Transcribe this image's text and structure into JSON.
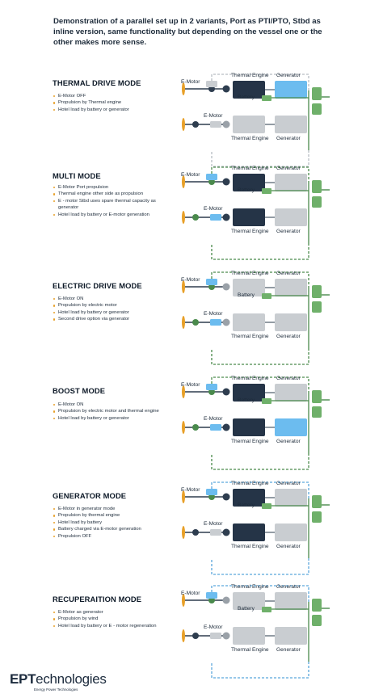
{
  "intro": "Demonstration of a parallel set up in 2 variants, Port as PTI/PTO, Stbd as inline version, same functionality but depending on the vessel one or the other makes more sense.",
  "labels": {
    "thermal_engine": "Thermal Engine",
    "generator": "Generator",
    "emotor": "E-Motor",
    "battery": "Battery"
  },
  "colors": {
    "orange": "#e8a028",
    "dark_green": "#4a8a4c",
    "blue_dashed": "#5aa6dc",
    "active_blue": "#6cbcef",
    "dark_component": "#253447",
    "grey_component": "#c9cdd1",
    "green_box": "#6fb06a"
  },
  "modes": [
    {
      "title": "THERMAL DRIVE MODE",
      "bullets": [
        "E-Motor OFF",
        "Propulsion by Thermal engine",
        "Hotel load by battery or generator"
      ]
    },
    {
      "title": "MULTI MODE",
      "bullets": [
        "E-Motor Port propulsion",
        "Thermal engine other side as propulsion",
        "E - motor Stbd uses spare thermal capacity as generator",
        "Hotel load by battery or E-motor generation"
      ]
    },
    {
      "title": "ELECTRIC DRIVE MODE",
      "bullets": [
        "E-Motor ON",
        "Propulsion by electric motor",
        "Hotel load by battery or generator",
        "Second drive option via generator"
      ]
    },
    {
      "title": "BOOST MODE",
      "bullets": [
        "E-Motor ON",
        "Propulsion by electric motor and thermal engine",
        "Hotel load by battery or generator"
      ]
    },
    {
      "title": "GENERATOR MODE",
      "bullets": [
        "E-Motor in generator mode",
        "Propulsion by thermal engine",
        "Hotel load by battery",
        "Battery charged via E-motor generation",
        "Propulsion OFF"
      ]
    },
    {
      "title": "RECUPERAITION MODE",
      "bullets": [
        "E-Motor as generator",
        "Propulsion by wind",
        "Hotel load by battery or E - motor regeneration"
      ]
    }
  ],
  "footer": {
    "logo_bold": "EPT",
    "logo_light": "echnologies",
    "tagline": "Energy Power Technologies"
  }
}
